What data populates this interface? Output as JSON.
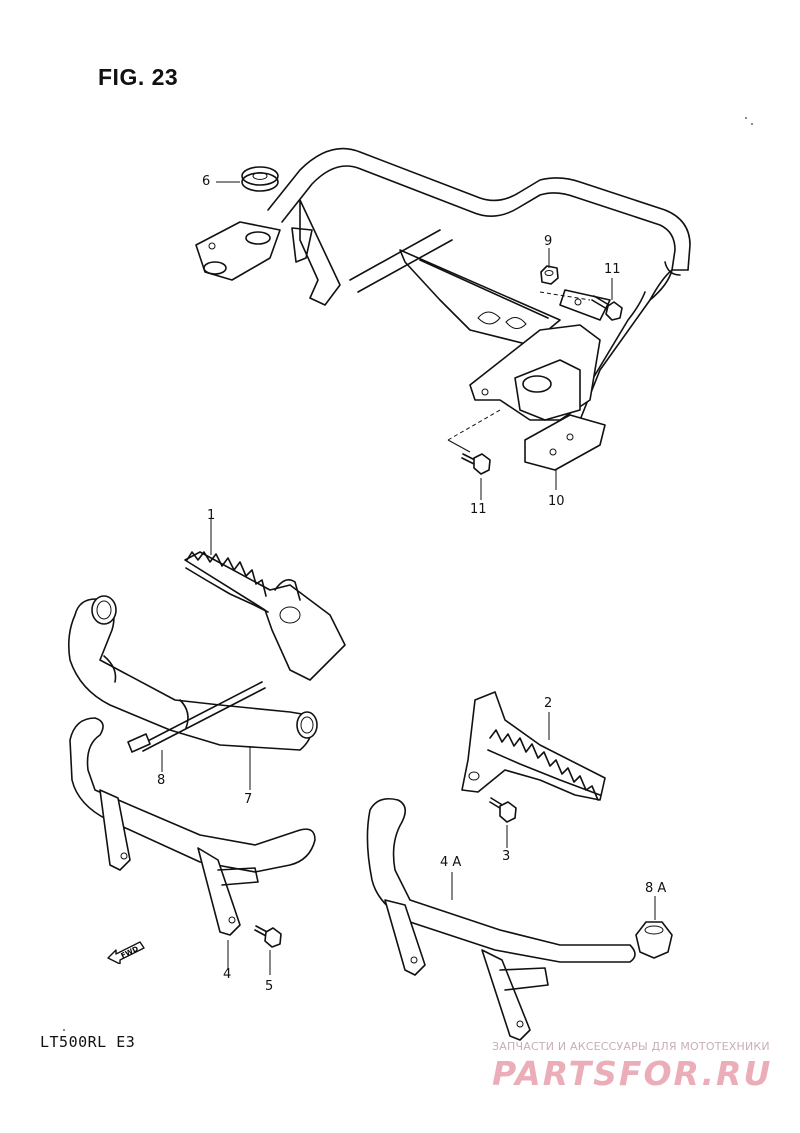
{
  "figure": {
    "title": "FIG. 23"
  },
  "model": "LT500RL E3",
  "fwd_label": "FWD",
  "callouts": {
    "c1": "1",
    "c2": "2",
    "c3": "3",
    "c4": "4",
    "c4a": "4 A",
    "c5": "5",
    "c6": "6",
    "c7": "7",
    "c8": "8",
    "c8a": "8 A",
    "c9": "9",
    "c10": "10",
    "c11a": "11",
    "c11b": "11"
  },
  "watermark": {
    "tagline": "ЗАПЧАСТИ И АКСЕССУАРЫ ДЛЯ МОТОТЕХНИКИ",
    "logo": "PARTSFOR.RU"
  }
}
